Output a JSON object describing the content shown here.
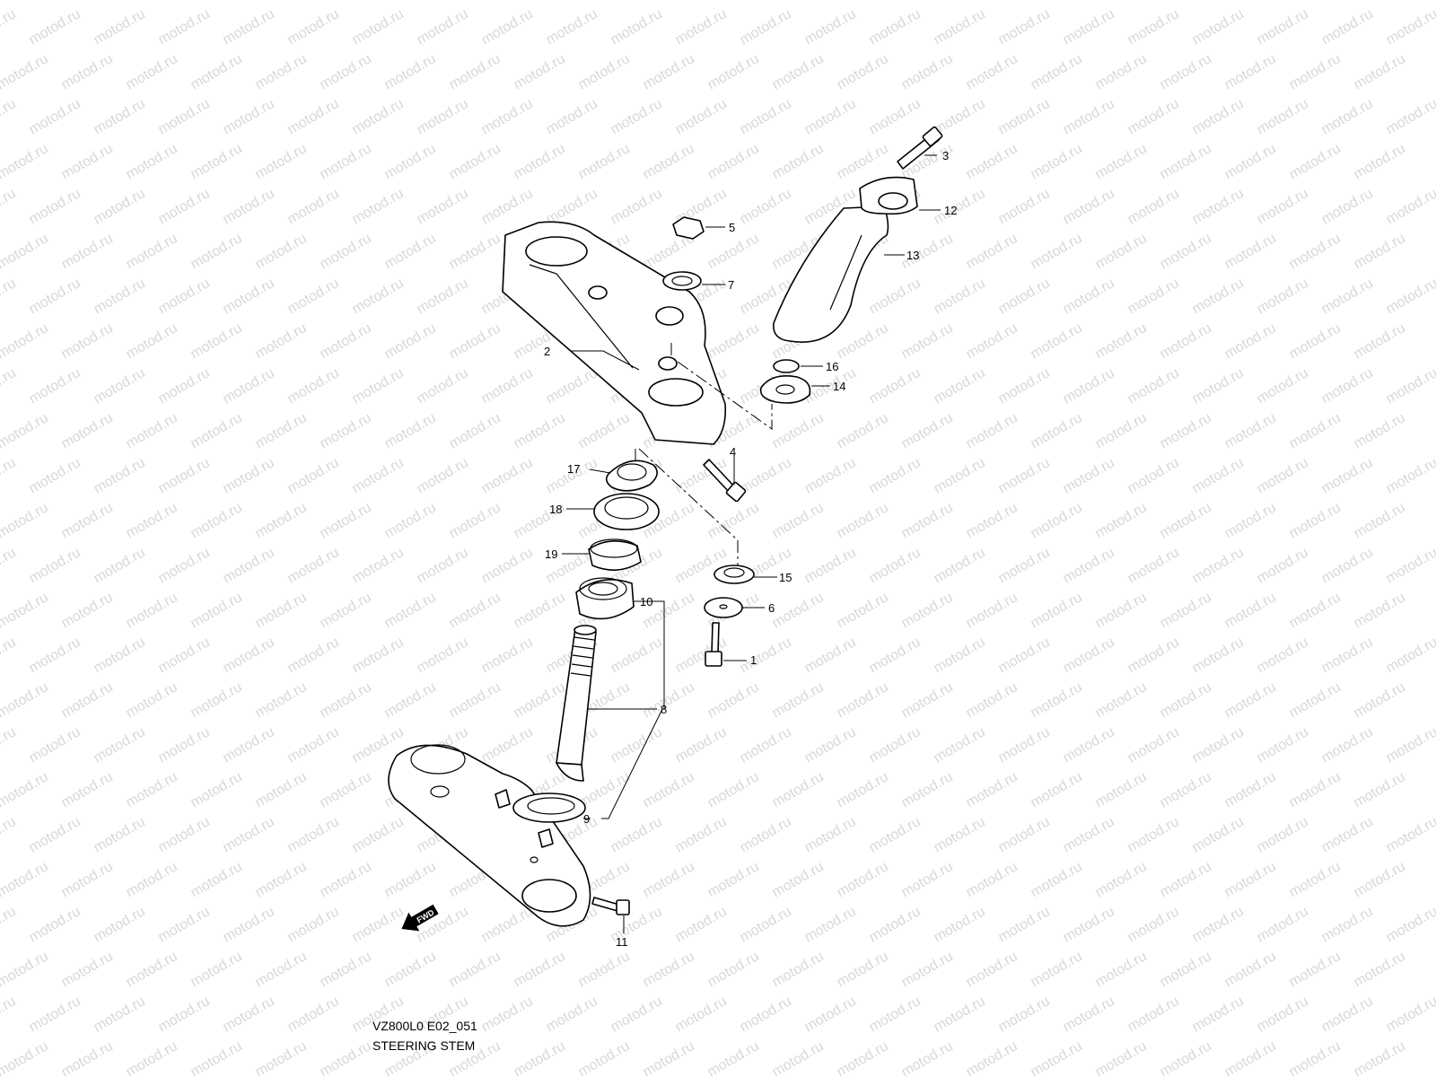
{
  "watermark_text": "motod.ru",
  "caption": {
    "code": "VZ800L0 E02_051",
    "title": "STEERING STEM"
  },
  "fwd_label": "FWD",
  "callouts": [
    "1",
    "2",
    "3",
    "4",
    "5",
    "6",
    "7",
    "8",
    "9",
    "10",
    "11",
    "12",
    "13",
    "14",
    "15",
    "16",
    "17",
    "18",
    "19"
  ],
  "colors": {
    "line": "#000000",
    "watermark": "#d8d8d8",
    "background": "#ffffff"
  }
}
